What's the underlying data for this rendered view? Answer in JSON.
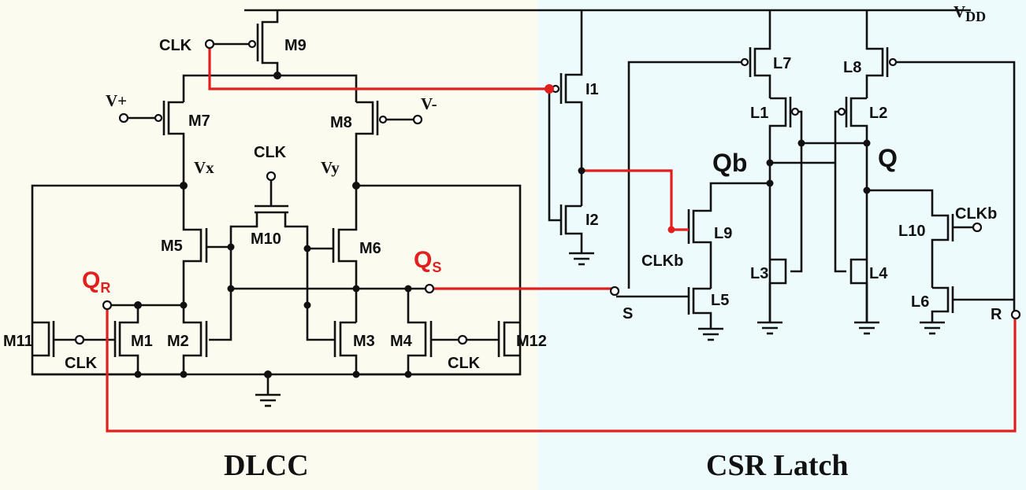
{
  "colors": {
    "left_bg": "#fbfbef",
    "right_bg": "#eefbfd",
    "wire": "#111111",
    "red_wire": "#e11f1f"
  },
  "sections": {
    "left": "DLCC",
    "right": "CSR Latch"
  },
  "supply": {
    "vdd_main": "V",
    "vdd_sub": "DD"
  },
  "dlcc": {
    "transistors": [
      "M9",
      "M7",
      "M8",
      "M5",
      "M6",
      "M10",
      "M1",
      "M2",
      "M3",
      "M4",
      "M11",
      "M12"
    ],
    "inputs": {
      "clk_top": "CLK",
      "v_plus": "V+",
      "v_minus": "V-",
      "clk_mid": "CLK",
      "clk_left": "CLK",
      "clk_right": "CLK"
    },
    "nodes": {
      "vx": "Vx",
      "vy": "Vy"
    },
    "outputs": {
      "qr_main": "Q",
      "qr_sub": "R",
      "qs_main": "Q",
      "qs_sub": "S"
    }
  },
  "latch": {
    "transistors": [
      "I1",
      "I2",
      "L7",
      "L8",
      "L1",
      "L2",
      "L9",
      "L10",
      "L3",
      "L4",
      "L5",
      "L6"
    ],
    "nodes": {
      "qb": "Qb",
      "q": "Q"
    },
    "inputs": {
      "clkb_left": "CLKb",
      "clkb_right": "CLKb",
      "s": "S",
      "r": "R"
    }
  }
}
